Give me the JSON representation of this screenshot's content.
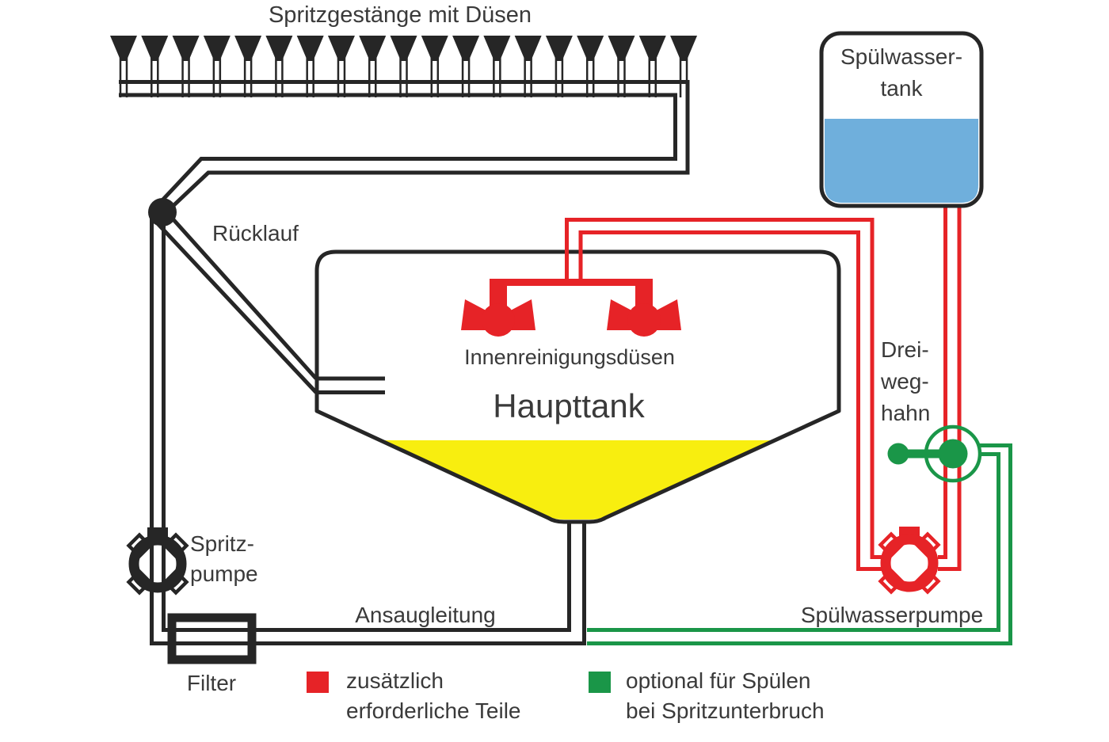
{
  "title": "Spritzgestänge mit Düsen",
  "boom": {
    "nozzle_count": 19
  },
  "rinse_tank": {
    "label_line1": "Spülwasser-",
    "label_line2": "tank"
  },
  "main_tank": {
    "label": "Haupttank",
    "inner_nozzles_label": "Innenreinigungsdüsen"
  },
  "labels": {
    "ruecklauf": "Rücklauf",
    "three_way_valve": [
      "Drei-",
      "weg-",
      "hahn"
    ],
    "spray_pump": [
      "Spritz-",
      "pumpe"
    ],
    "suction_line": "Ansaugleitung",
    "rinse_pump": "Spülwasserpumpe",
    "filter": "Filter"
  },
  "legend": {
    "additional": {
      "swatch_color": "#e62327",
      "lines": [
        "zusätzlich",
        "erforderliche Teile"
      ]
    },
    "optional": {
      "swatch_color": "#1a9648",
      "lines": [
        "optional für Spülen",
        "bei Spritzunterbruch"
      ]
    }
  },
  "colors": {
    "line_black": "#262626",
    "red": "#e62327",
    "green": "#1a9648",
    "water_blue": "#6fafdc",
    "tank_yellow": "#f8ee0f",
    "text": "#3a3a3a"
  }
}
